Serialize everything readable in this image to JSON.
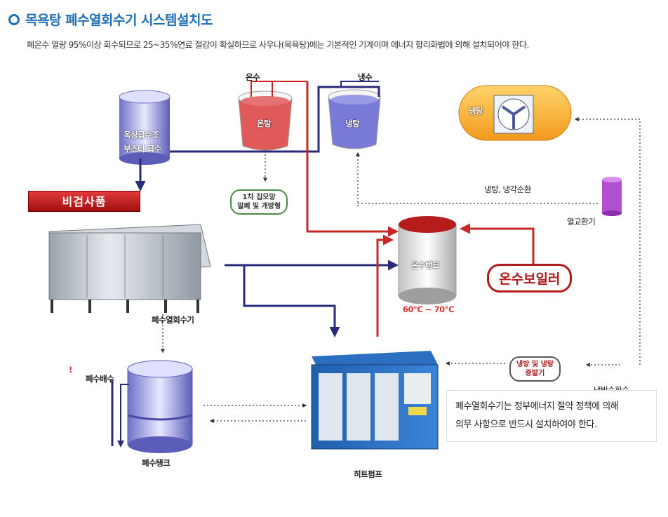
{
  "header": {
    "title": "목욕탕 폐수열회수기 시스템설치도",
    "subtitle": "폐온수 열량 95%이상 회수되므로 25~35%연료 절감이 확실하므로 사우나(목욕탕)에는 기본적인 기계이며 에너지 합리화법에 의해 설치되어야 한다."
  },
  "badge": "비검사품",
  "labels": {
    "roof_tank_1": "옥상급수조",
    "roof_tank_2": "부스터 급수",
    "hot_water": "온수",
    "hot_tub": "온탕",
    "cold_water": "냉수",
    "cold_tub": "냉탕",
    "cooler": "냉탕",
    "cooling_circ": "냉탕, 냉각순환",
    "heat_exchanger": "열교환기",
    "filter_1": "1차 집모망",
    "filter_2": "밀폐 및 개방형",
    "hot_tank": "온수탱크",
    "temp": "60℃ ~ 70℃",
    "boiler": "온수보일러",
    "recovery": "폐수열회수기",
    "drain": "폐수배수",
    "waste_tank": "폐수탱크",
    "heat_pump": "히트펌프",
    "evaporator_1": "냉방 및 냉탕",
    "evaporator_2": "증발기",
    "cold_return": "냉방순환수",
    "mark": "!"
  },
  "note": {
    "line1": "폐수열회수기는 정부에너지 절약 정책에 의해",
    "line2": "의무 사항으로 반드시 설치하여야 한다."
  },
  "colors": {
    "title": "#1f6fb5",
    "hot_pipe": "#c62828",
    "supply_pipe": "#2a2a7a",
    "dotted": "#555555",
    "boiler": "#b01c1c"
  }
}
